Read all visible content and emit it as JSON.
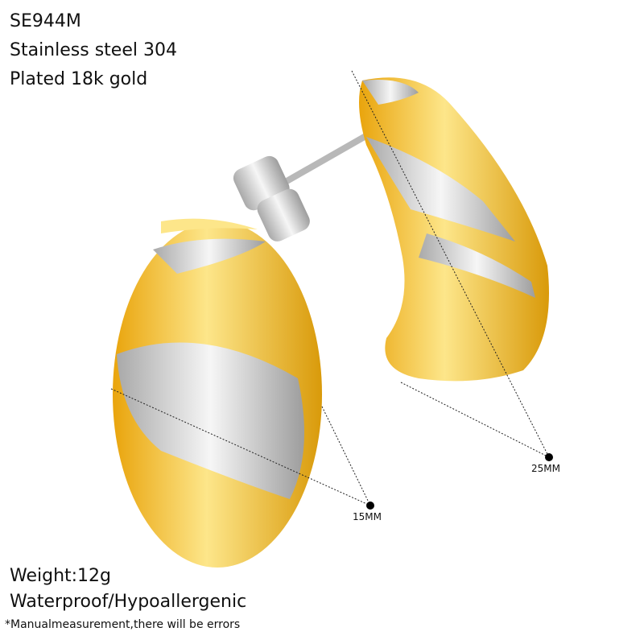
{
  "header": {
    "sku": "SE944M",
    "material": "Stainless steel 304",
    "plating": "Plated 18k gold"
  },
  "measurements": {
    "width_label": "15MM",
    "length_label": "25MM"
  },
  "footer": {
    "weight": "Weight:12g",
    "features": "Waterproof/Hypoallergenic",
    "disclaimer": "*Manualmeasurement,there will be errors"
  },
  "colors": {
    "gold": "#f0b418",
    "gold_light": "#fde68a",
    "silver": "#c9c9c9",
    "silver_light": "#f4f4f4"
  }
}
